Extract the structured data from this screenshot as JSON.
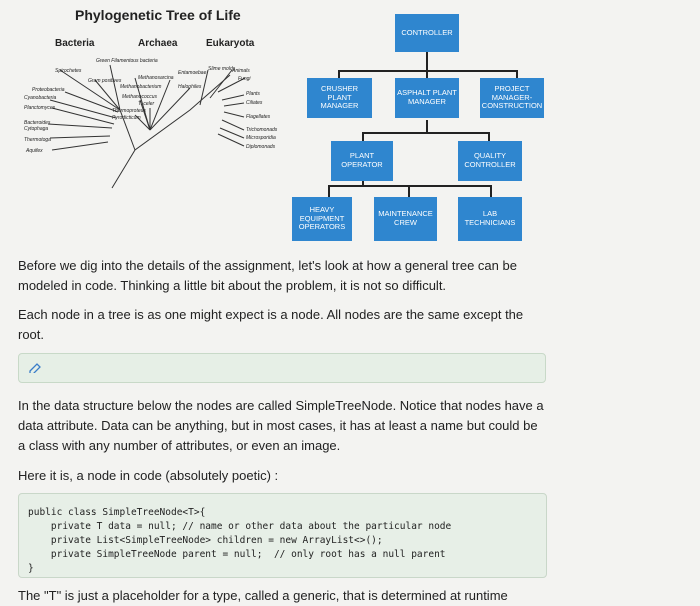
{
  "phylo": {
    "title": "Phylogenetic Tree of Life",
    "domains": [
      "Bacteria",
      "Archaea",
      "Eukaryota"
    ],
    "bacteria_labels": [
      "Green Filamentous bacteria",
      "Spirochetes",
      "Gram positives",
      "Proteobacteria",
      "Cyanobacteria",
      "Planctomyces",
      "Bacteroides Cytophaga",
      "Thermotoga",
      "Aquifex"
    ],
    "archaea_labels": [
      "Methanosarcina",
      "Methanobacterium",
      "Halophiles",
      "Methanococcus",
      "T. celer",
      "Thermoproteus",
      "Pyrodicticum"
    ],
    "eukarya_labels": [
      "Entamoebae",
      "Slime molds",
      "Animals",
      "Fungi",
      "Plants",
      "Ciliates",
      "Flagellates",
      "Trichomonads",
      "Microsporidia",
      "Diplomonads"
    ]
  },
  "org": {
    "controller": "CONTROLLER",
    "crusher": [
      "CRUSHER",
      "PLANT",
      "MANAGER"
    ],
    "asphalt": [
      "ASPHALT PLANT",
      "MANAGER"
    ],
    "project": [
      "PROJECT",
      "MANAGER-",
      "CONSTRUCTION"
    ],
    "plant_operator": [
      "PLANT",
      "OPERATOR"
    ],
    "quality": [
      "QUALITY",
      "CONTROLLER"
    ],
    "heavy": [
      "HEAVY",
      "EQUIPMENT",
      "OPERATORS"
    ],
    "maintenance": [
      "MAINTENANCE",
      "CREW"
    ],
    "lab": [
      "LAB",
      "TECHNICIANS"
    ]
  },
  "text": {
    "p1": "Before we dig into the details of the assignment, let's look at how a general tree can be modeled in code. Thinking a little bit about the problem, it is not so difficult.",
    "p2": "Each node in a tree is as one might expect is a node. All nodes are the same except the root.",
    "p3": "In the data structure below the nodes are called SimpleTreeNode. Notice that nodes have a data attribute. Data can be anything, but in most cases, it has at least a name but could be a class with any number of attributes, or even an image.",
    "p4": "Here it is, a node in code (absolutely poetic) :",
    "p5": "The \"T\" is just a placeholder for a type, called a generic, that is determined at runtime"
  },
  "code": {
    "line1": "public class SimpleTreeNode<T>{",
    "line2": "    private T data = null; // name or other data about the particular node",
    "line3": "    private List<SimpleTreeNode> children = new ArrayList<>();",
    "line4": "    private SimpleTreeNode parent = null;  // only root has a null parent",
    "line5": "}"
  }
}
